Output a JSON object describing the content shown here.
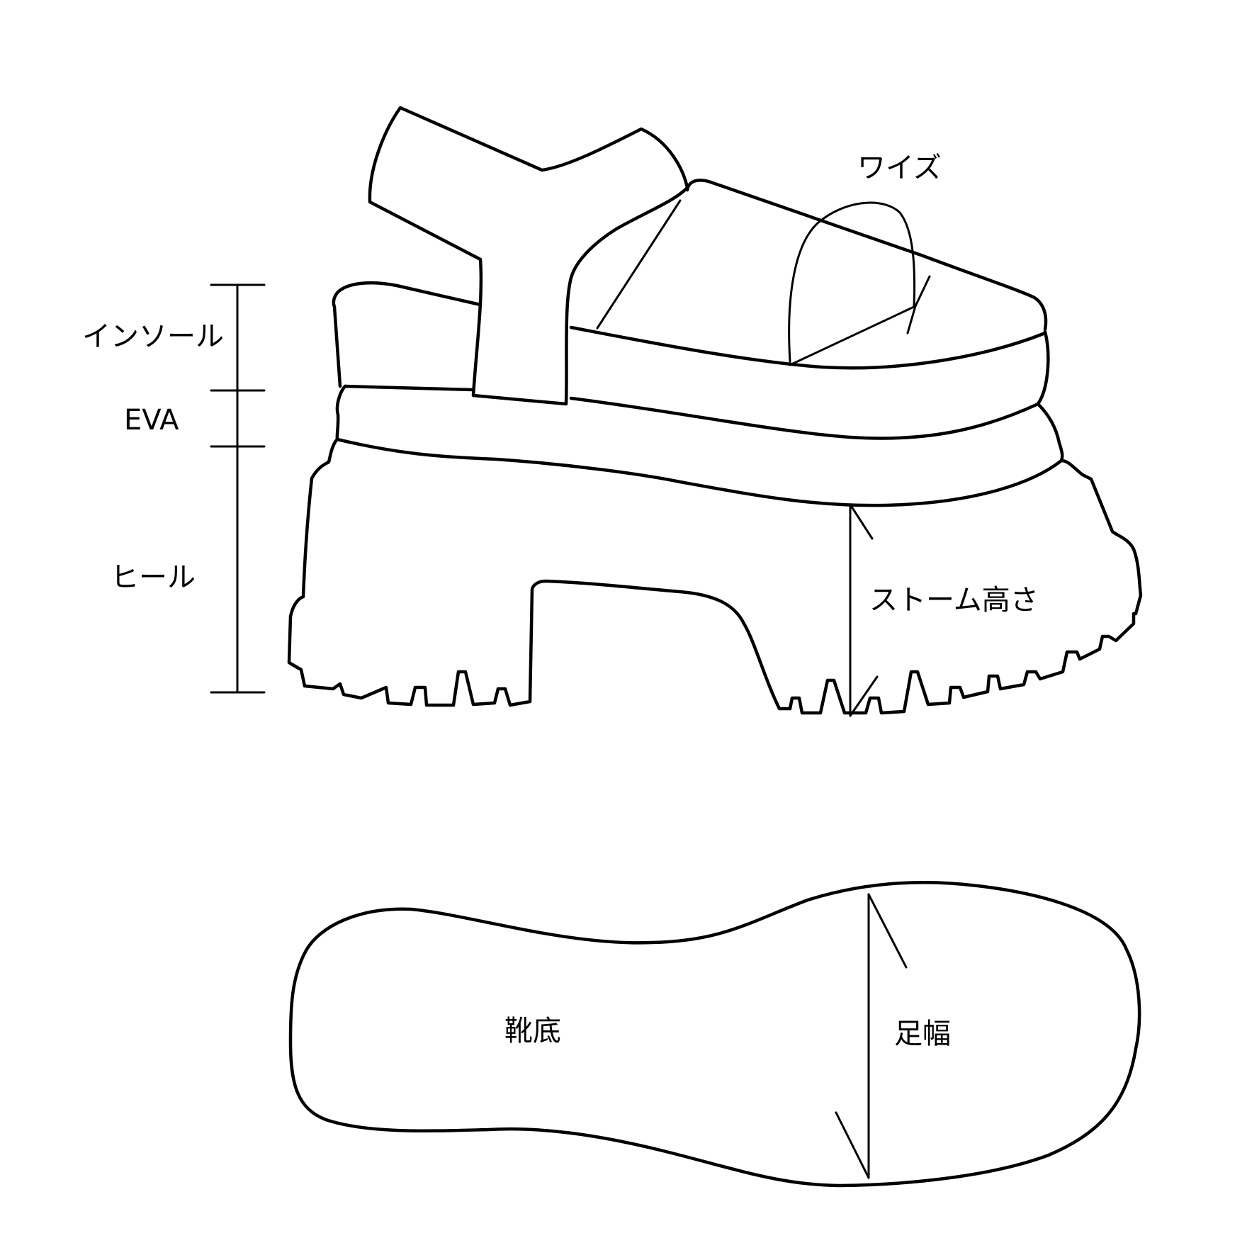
{
  "labels": {
    "width": "ワイズ",
    "insole": "インソール",
    "eva": "EVA",
    "heel": "ヒール",
    "platform_height": "ストーム高さ",
    "outsole": "靴底",
    "foot_width": "足幅"
  },
  "colors": {
    "line": "#000000",
    "background": "#ffffff"
  }
}
